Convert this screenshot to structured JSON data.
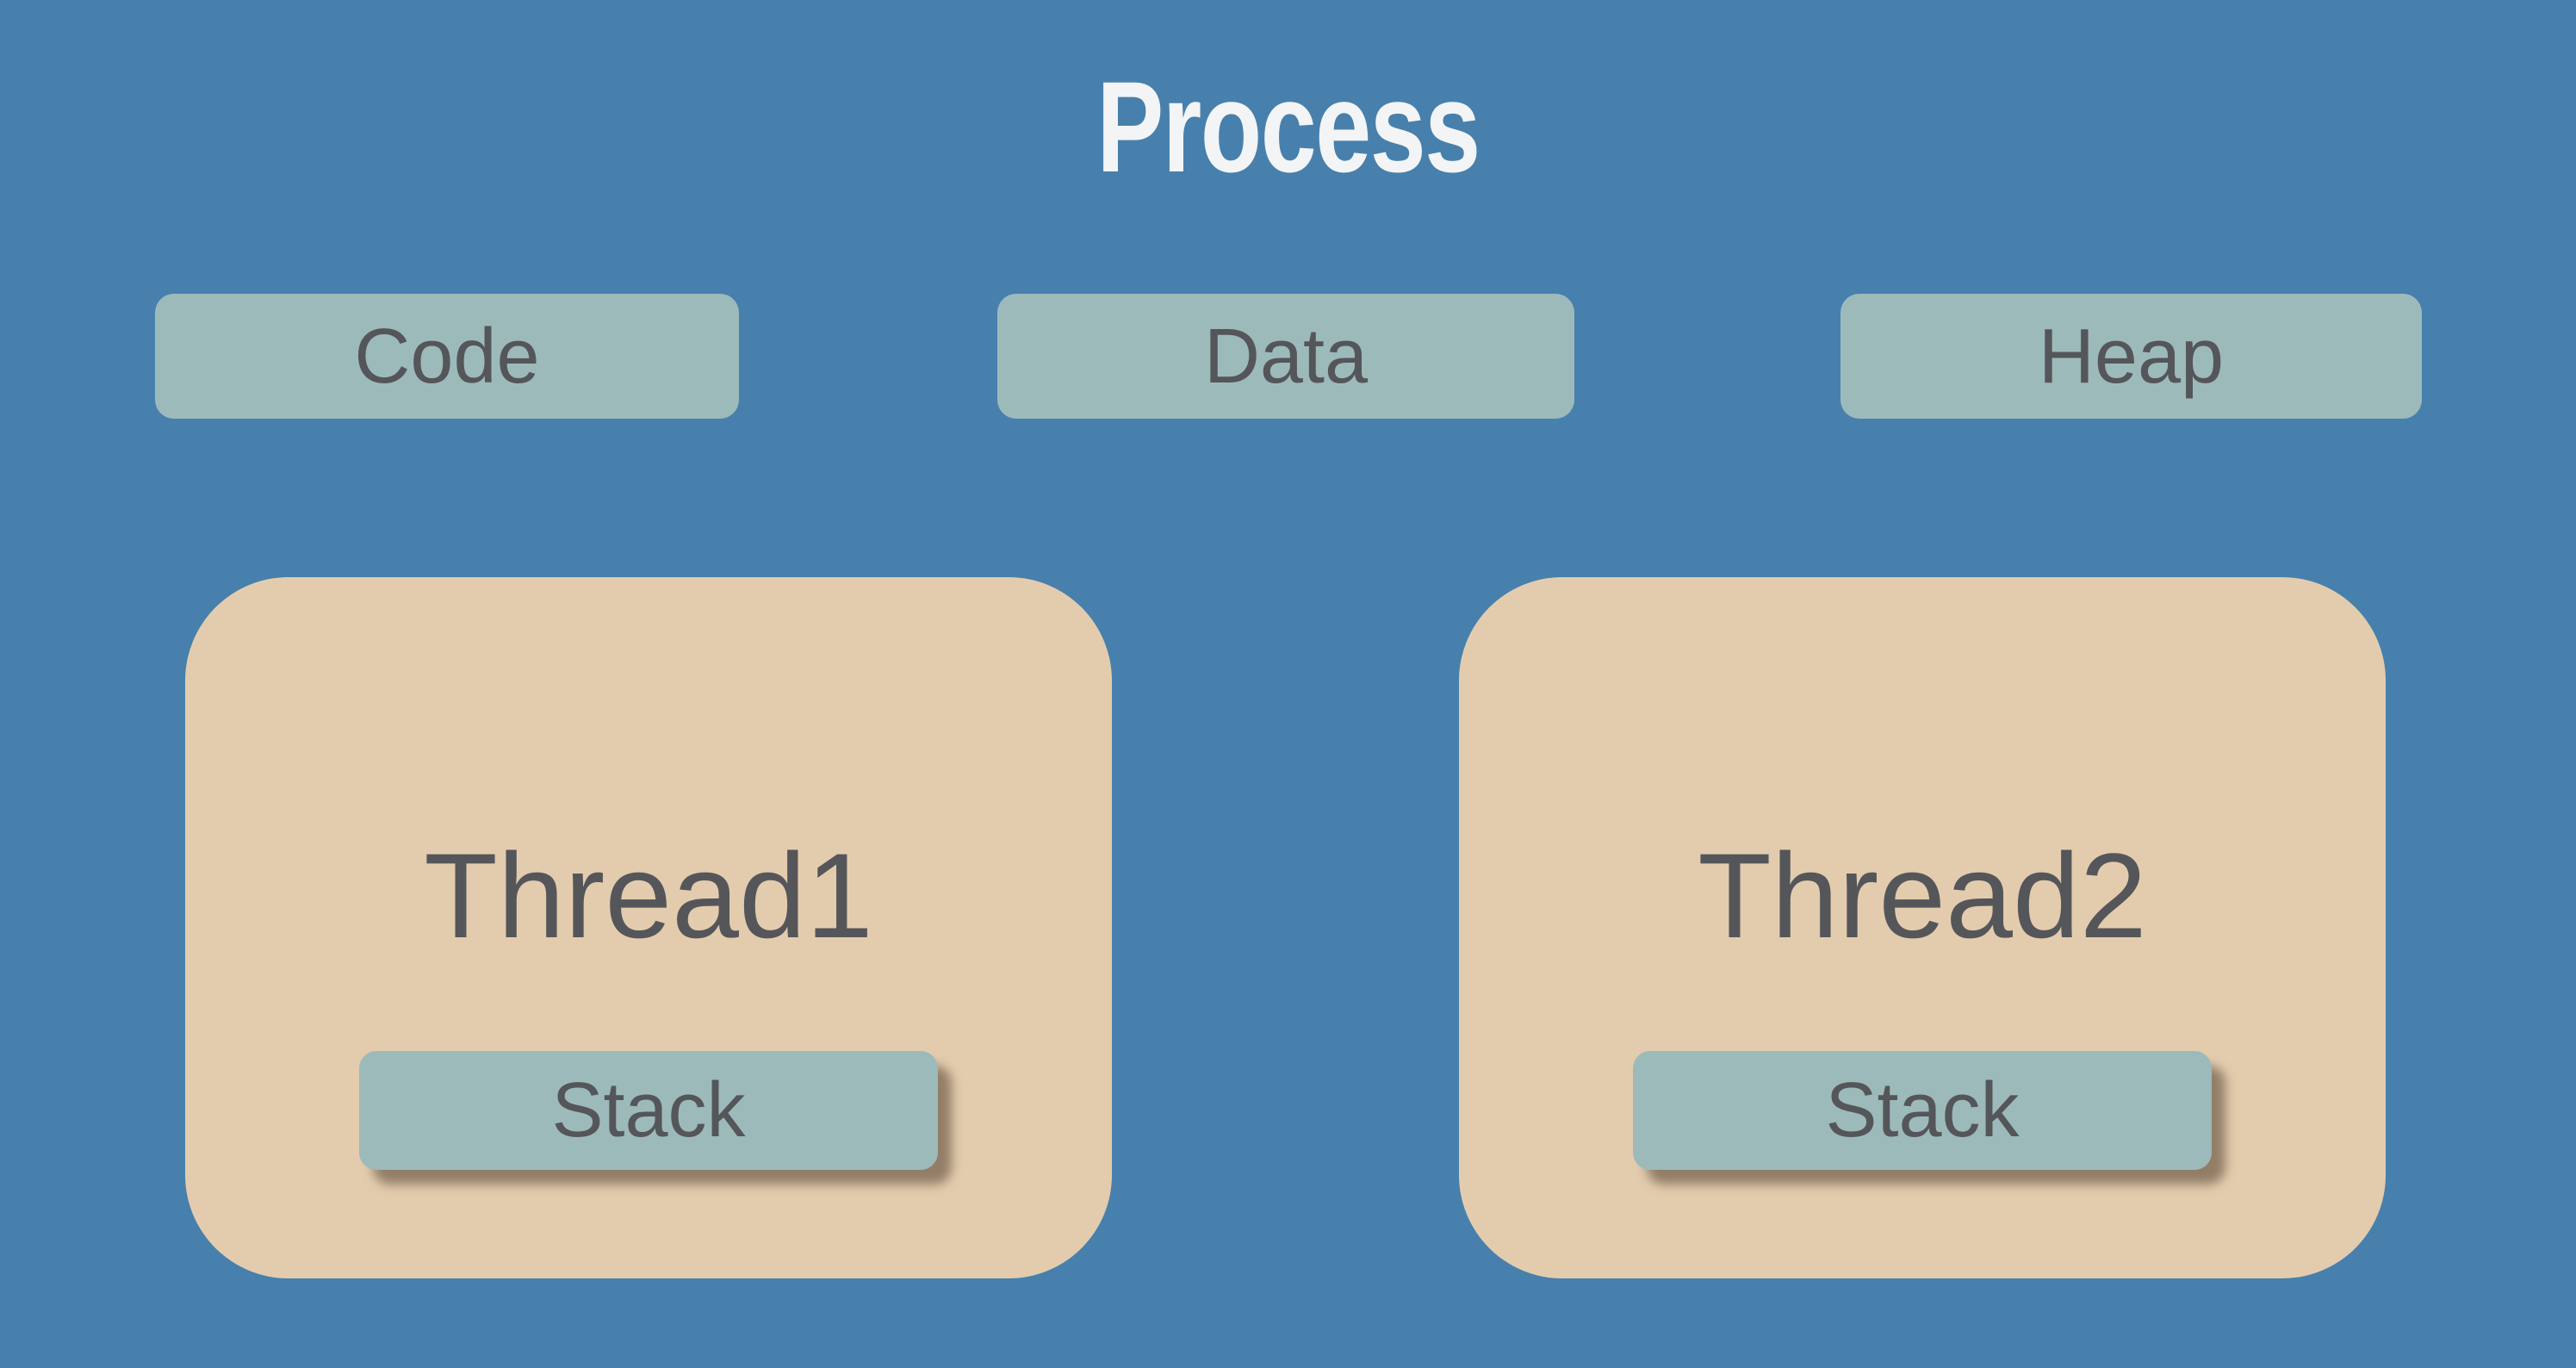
{
  "diagram": {
    "title": "Process",
    "segments": [
      {
        "label": "Code"
      },
      {
        "label": "Data"
      },
      {
        "label": "Heap"
      }
    ],
    "threads": [
      {
        "label": "Thread1",
        "stack": {
          "label": "Stack"
        }
      },
      {
        "label": "Thread2",
        "stack": {
          "label": "Stack"
        }
      }
    ],
    "colors": {
      "background": "#4780AC",
      "segment_fill": "#9DBABB",
      "thread_fill": "#E3CCAE",
      "label_text": "#55565A",
      "title_text": "#F3F4F5",
      "stack_shadow": "rgba(80,62,45,0.55)"
    }
  }
}
